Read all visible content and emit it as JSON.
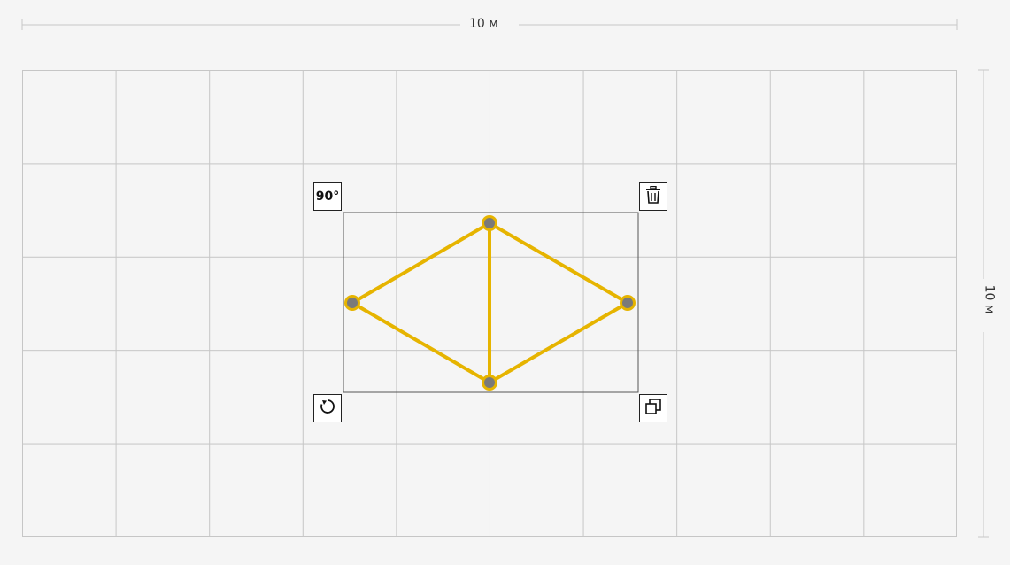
{
  "dimensions": {
    "width_label": "10 м",
    "height_label": "10 м"
  },
  "controls": {
    "rotate90_label": "90°",
    "delete_icon": "trash-icon",
    "rotate_icon": "rotate-icon",
    "duplicate_icon": "duplicate-icon"
  },
  "colors": {
    "beam": "#e6b400",
    "node": "#7a7a7a",
    "grid": "#c6c6c6",
    "selection": "#555555"
  }
}
